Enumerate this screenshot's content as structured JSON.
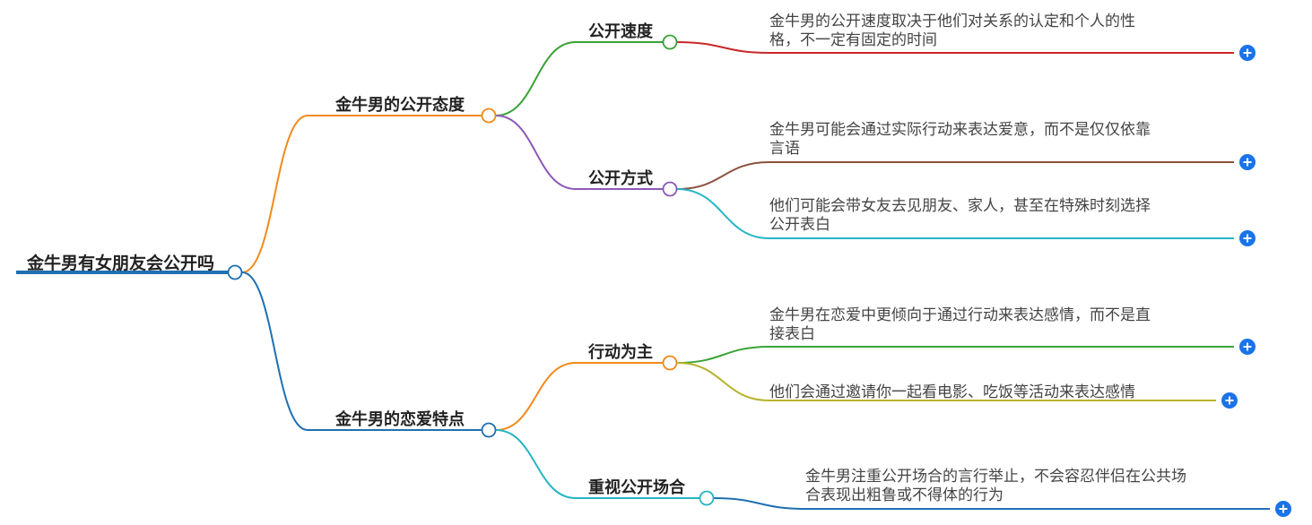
{
  "root": {
    "label": "金牛男有女朋友会公开吗",
    "color": "#1f6fb2"
  },
  "branches": [
    {
      "label": "金牛男的公开态度",
      "color": "#f28a1a",
      "children": [
        {
          "label": "公开速度",
          "color": "#3aa336",
          "leaves": [
            {
              "lines": [
                "金牛男的公开速度取决于他们对关系的认定和个人的性",
                "格，不一定有固定的时间"
              ],
              "color": "#c8282a"
            }
          ]
        },
        {
          "label": "公开方式",
          "color": "#8c59b8",
          "leaves": [
            {
              "lines": [
                "金牛男可能会通过实际行动来表达爱意，而不是仅仅依靠",
                "言语"
              ],
              "color": "#8a5240"
            },
            {
              "lines": [
                "他们可能会带女友去见朋友、家人，甚至在特殊时刻选择",
                "公开表白"
              ],
              "color": "#25b5c4"
            }
          ]
        }
      ]
    },
    {
      "label": "金牛男的恋爱特点",
      "color": "#1f6fb2",
      "children": [
        {
          "label": "行动为主",
          "color": "#f28a1a",
          "leaves": [
            {
              "lines": [
                "金牛男在恋爱中更倾向于通过行动来表达感情，而不是直",
                "接表白"
              ],
              "color": "#3aa336"
            },
            {
              "lines": [
                "他们会通过邀请你一起看电影、吃饭等活动来表达感情"
              ],
              "color": "#b7b32a"
            }
          ]
        },
        {
          "label": "重视公开场合",
          "color": "#25b5c4",
          "leaves": [
            {
              "lines": [
                "金牛男注重公开场合的言行举止，不会容忍伴侣在公共场",
                "合表现出粗鲁或不得体的行为"
              ],
              "color": "#1f6fb2"
            }
          ]
        }
      ]
    }
  ],
  "expand_icon": {
    "name": "plus-icon",
    "color": "#1a73e8"
  }
}
